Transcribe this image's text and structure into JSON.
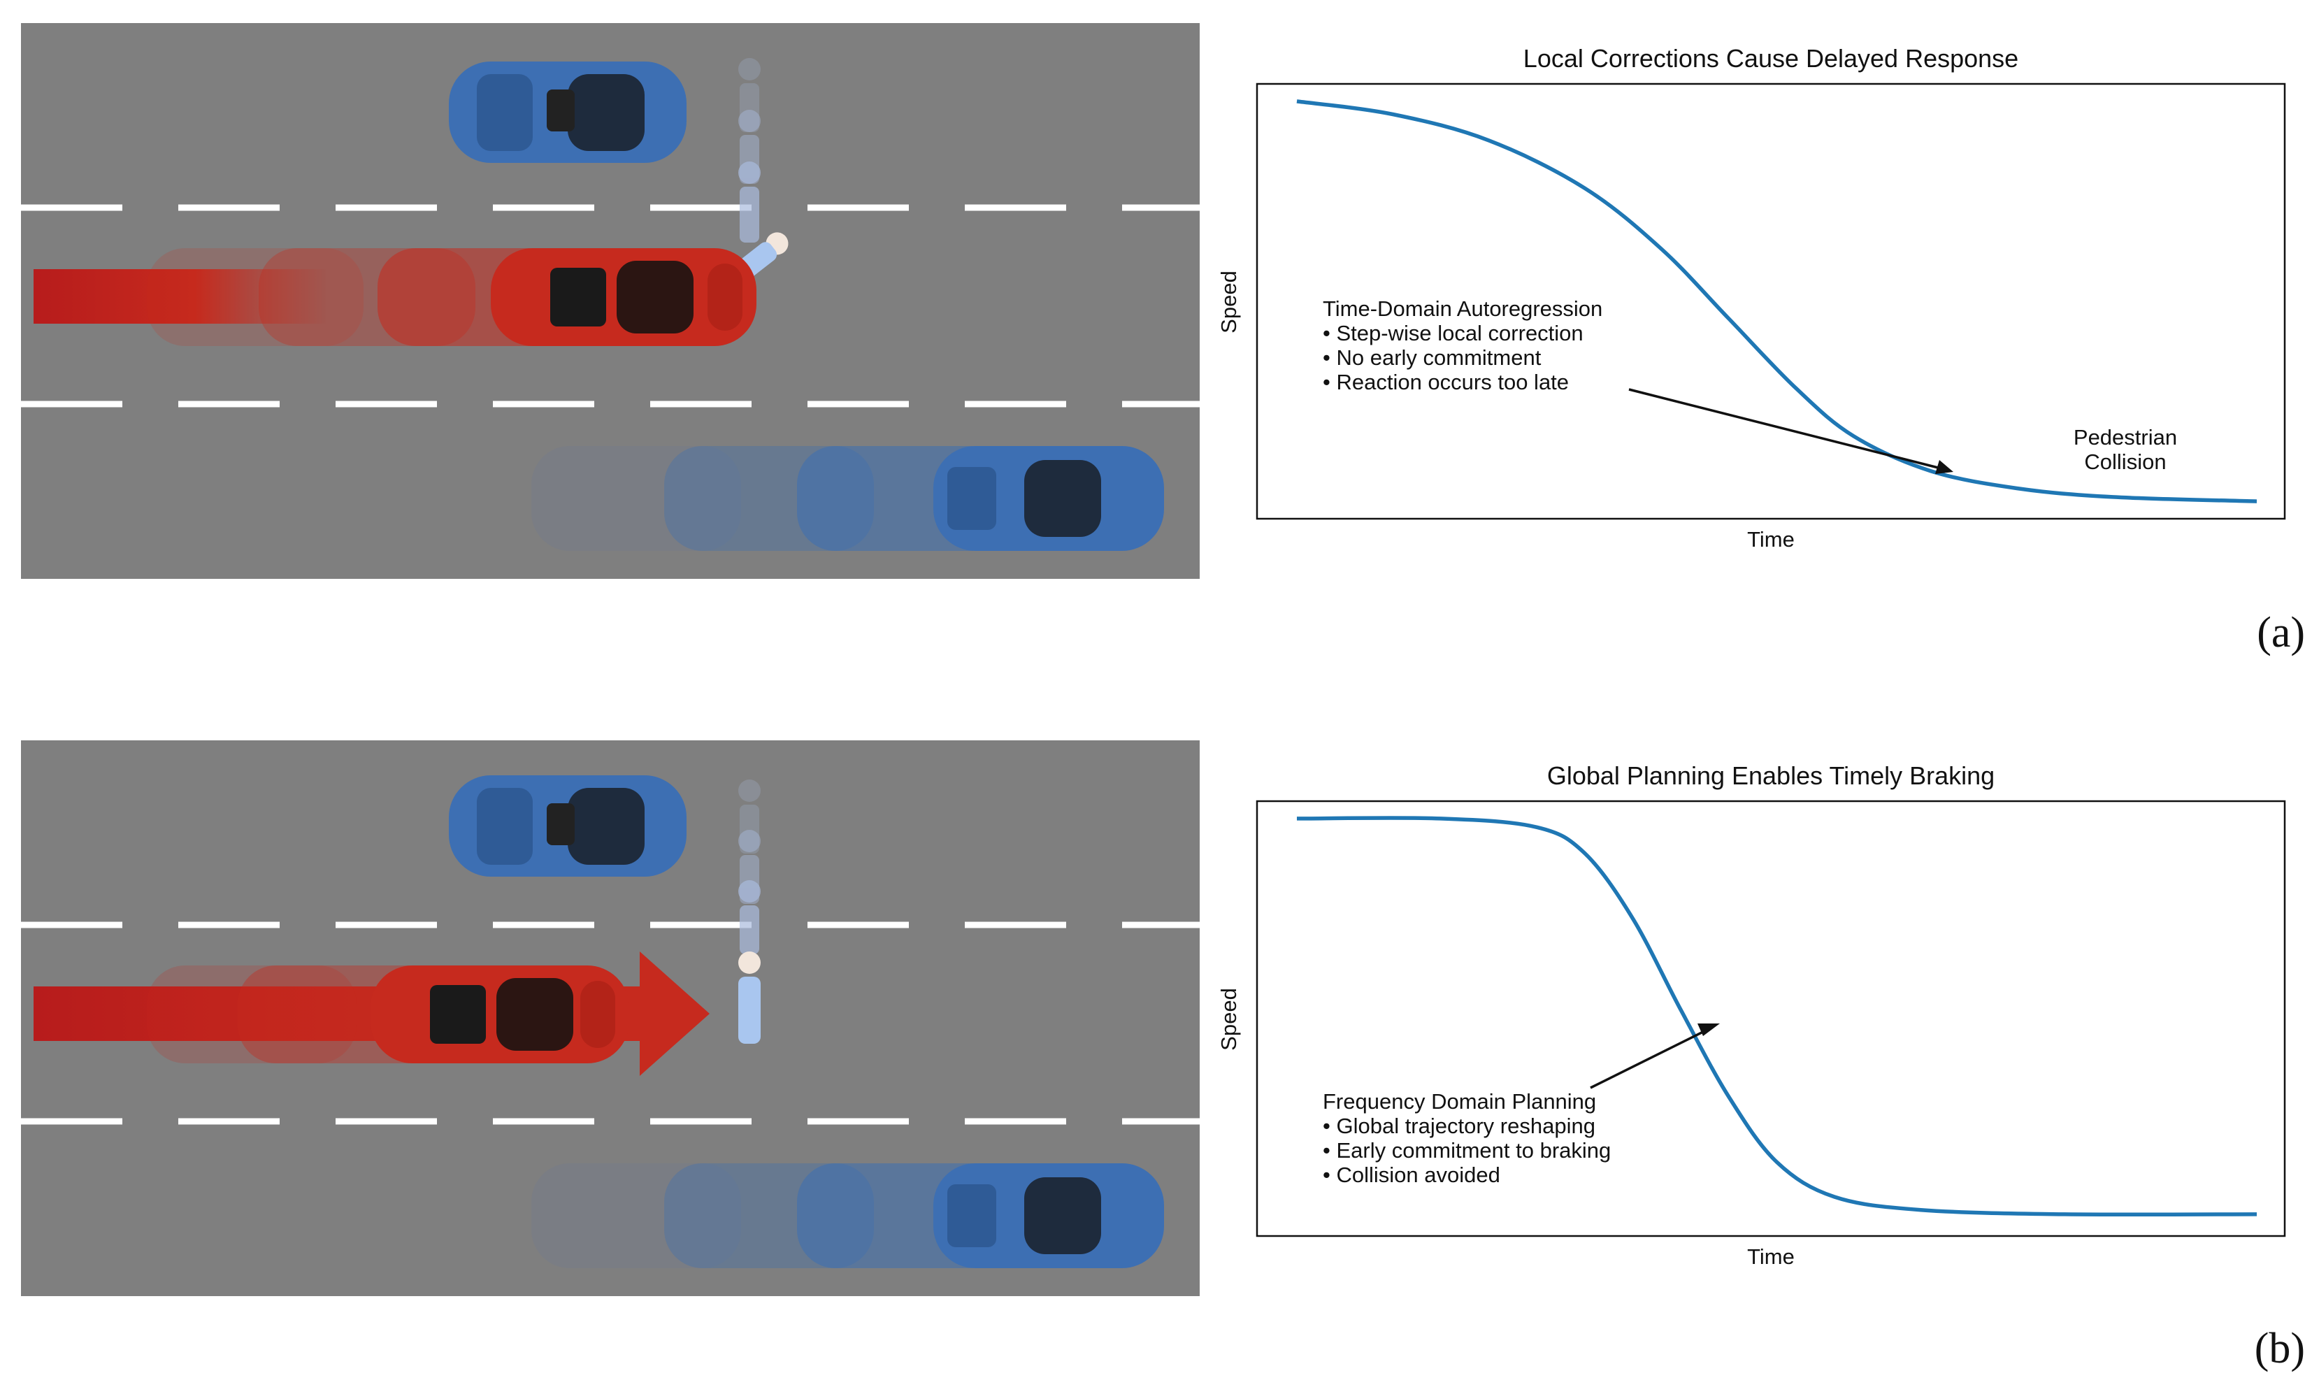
{
  "panels": [
    {
      "label": "(a)",
      "chart_data": {
        "type": "line",
        "title": "Local Corrections Cause Delayed Response",
        "xlabel": "Time",
        "ylabel": "Speed",
        "axis_ticks": false,
        "series": [
          {
            "color": "#1f77b4",
            "points": [
              [
                0,
                0.96
              ],
              [
                0.1,
                0.93
              ],
              [
                0.2,
                0.87
              ],
              [
                0.3,
                0.76
              ],
              [
                0.38,
                0.62
              ],
              [
                0.45,
                0.46
              ],
              [
                0.52,
                0.3
              ],
              [
                0.58,
                0.19
              ],
              [
                0.66,
                0.11
              ],
              [
                0.75,
                0.07
              ],
              [
                0.85,
                0.05
              ],
              [
                1.0,
                0.04
              ]
            ]
          }
        ],
        "annotations": [
          {
            "text_lines": [
              "Time-Domain Autoregression",
              "• Step-wise local correction",
              "• No early commitment",
              "• Reaction occurs too late"
            ],
            "arrow_to": [
              0.69,
              0.11
            ]
          },
          {
            "text_lines": [
              "Pedestrian",
              "Collision"
            ]
          }
        ]
      },
      "scene": {
        "ego_car_color": "#c62a1e",
        "other_car_color": "#3d6fb3",
        "trajectory_shape": "bar"
      }
    },
    {
      "label": "(b)",
      "chart_data": {
        "type": "line",
        "title": "Global Planning Enables Timely Braking",
        "xlabel": "Time",
        "ylabel": "Speed",
        "axis_ticks": false,
        "series": [
          {
            "color": "#1f77b4",
            "points": [
              [
                0,
                0.96
              ],
              [
                0.15,
                0.96
              ],
              [
                0.25,
                0.94
              ],
              [
                0.3,
                0.88
              ],
              [
                0.35,
                0.73
              ],
              [
                0.4,
                0.52
              ],
              [
                0.45,
                0.32
              ],
              [
                0.5,
                0.17
              ],
              [
                0.56,
                0.09
              ],
              [
                0.65,
                0.06
              ],
              [
                0.8,
                0.05
              ],
              [
                1.0,
                0.05
              ]
            ]
          }
        ],
        "annotations": [
          {
            "text_lines": [
              "Frequency Domain Planning",
              "• Global trajectory reshaping",
              "• Early commitment to braking",
              "• Collision avoided"
            ],
            "arrow_to": [
              0.445,
              0.53
            ]
          }
        ]
      },
      "scene": {
        "ego_car_color": "#c62a1e",
        "other_car_color": "#3d6fb3",
        "trajectory_shape": "arrow"
      }
    }
  ]
}
